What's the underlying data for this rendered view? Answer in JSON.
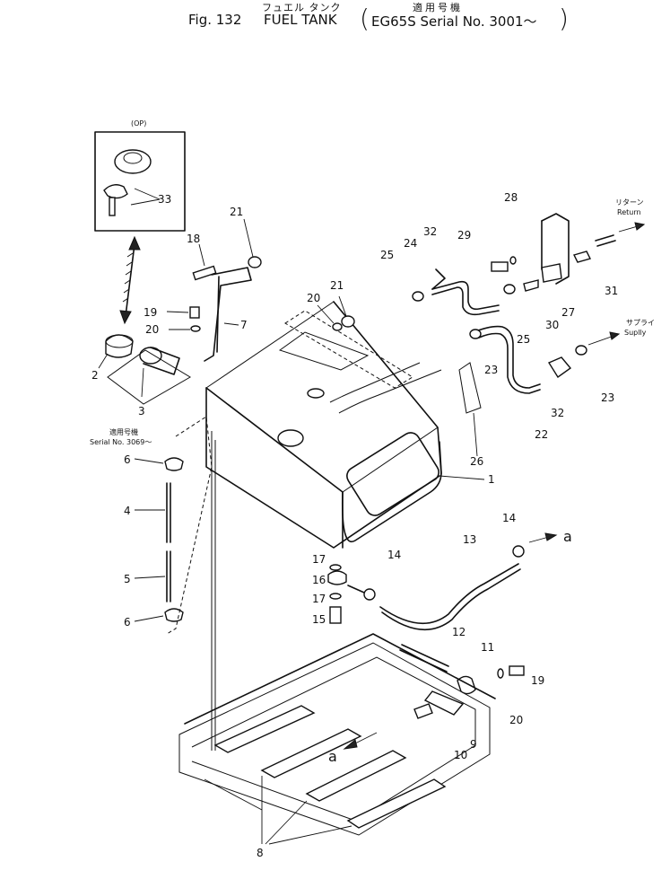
{
  "header": {
    "jp_name": "フュエル タンク",
    "jp_applies": "適用号機",
    "fig_label": "Fig. 132",
    "title": "FUEL TANK",
    "serial": "EG65S Serial No. 3001～",
    "paren_open": "(",
    "paren_close": ")"
  },
  "annotations": {
    "op": "(OP)",
    "return_jp": "リターン",
    "return_en": "Return",
    "supply_jp": "サプライ",
    "supply_en": "Suplly",
    "serial_note_jp": "適用号機",
    "serial_note_en": "Serial No. 3069～",
    "arrow_a_right": "a",
    "arrow_a_bottom": "a"
  },
  "callouts": [
    "1",
    "2",
    "3",
    "4",
    "5",
    "6",
    "6",
    "7",
    "8",
    "9",
    "10",
    "11",
    "12",
    "13",
    "14",
    "14",
    "15",
    "16",
    "17",
    "17",
    "18",
    "19",
    "19",
    "20",
    "20",
    "20",
    "21",
    "21",
    "22",
    "23",
    "23",
    "24",
    "25",
    "25",
    "26",
    "27",
    "28",
    "29",
    "30",
    "31",
    "32",
    "32",
    "33"
  ]
}
